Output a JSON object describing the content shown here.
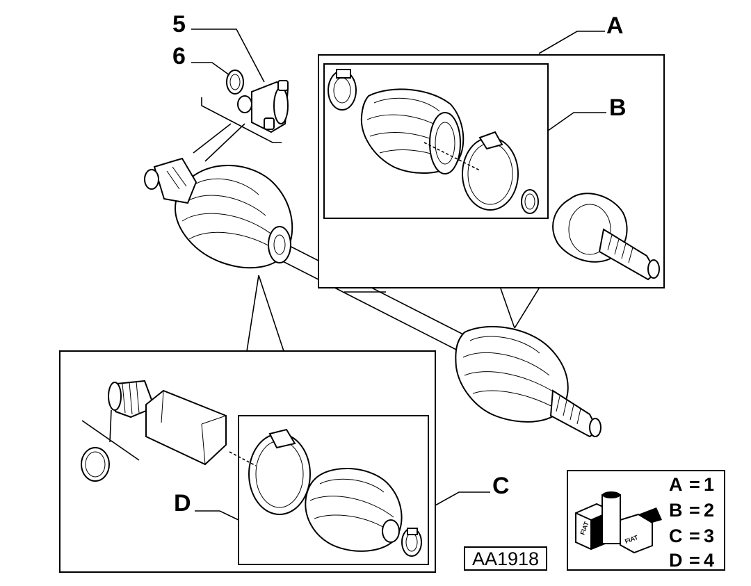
{
  "callouts": {
    "part_5": "5",
    "part_6": "6",
    "group_a": "A",
    "group_b": "B",
    "group_c": "C",
    "group_d": "D"
  },
  "drawing_code": "AA1918",
  "legend": {
    "rows": [
      {
        "key": "A",
        "sep": "=",
        "value": "1"
      },
      {
        "key": "B",
        "sep": "=",
        "value": "2"
      },
      {
        "key": "C",
        "sep": "=",
        "value": "3"
      },
      {
        "key": "D",
        "sep": "=",
        "value": "4"
      }
    ],
    "logo_text": "FIAT"
  }
}
